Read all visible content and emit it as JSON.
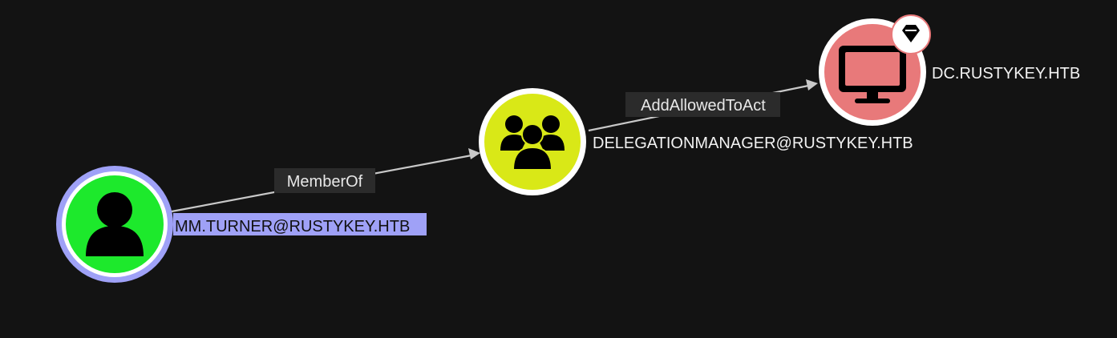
{
  "graph": {
    "background": "#131313",
    "nodes": [
      {
        "id": "user",
        "label": "MM.TURNER@RUSTYKEY.HTB",
        "kind": "user",
        "icon": "user-icon",
        "fill": "#1de92c",
        "ring": "#9fa1f7",
        "selected": true
      },
      {
        "id": "group",
        "label": "DELEGATIONMANAGER@RUSTYKEY.HTB",
        "kind": "group",
        "icon": "group-icon",
        "fill": "#d9e817",
        "ring": "#ffffff",
        "selected": false
      },
      {
        "id": "computer",
        "label": "DC.RUSTYKEY.HTB",
        "kind": "computer",
        "icon": "computer-icon",
        "fill": "#e8797a",
        "ring": "#ffffff",
        "selected": false,
        "badge_icon": "diamond-icon"
      }
    ],
    "edges": [
      {
        "source": "user",
        "target": "group",
        "label": "MemberOf"
      },
      {
        "source": "group",
        "target": "computer",
        "label": "AddAllowedToAct"
      }
    ]
  }
}
